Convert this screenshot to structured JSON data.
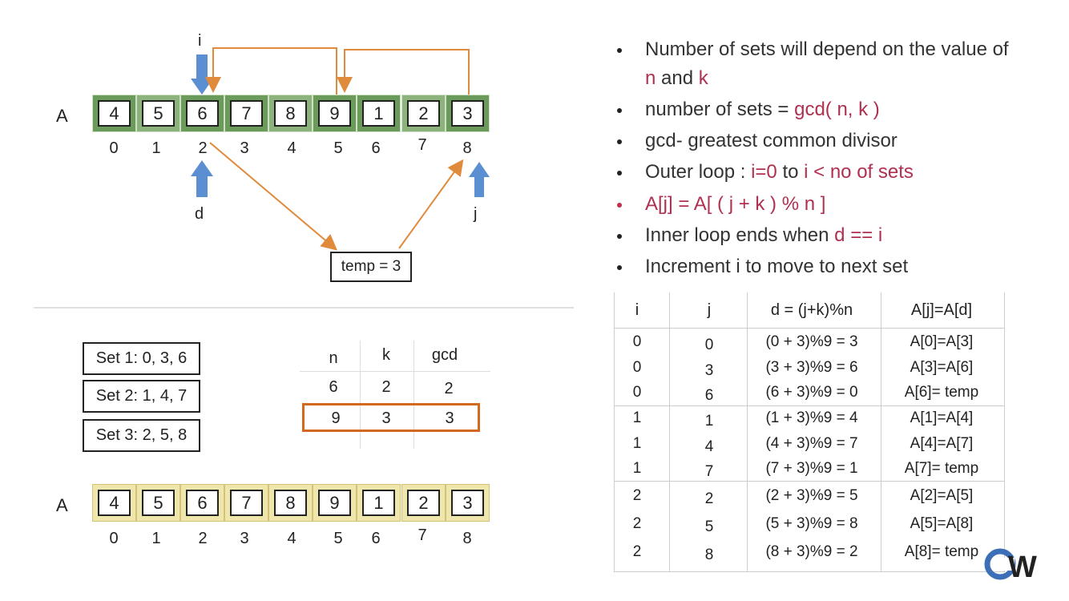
{
  "top_array": {
    "label": "A",
    "values": [
      "4",
      "5",
      "6",
      "7",
      "8",
      "9",
      "1",
      "2",
      "3"
    ],
    "indices": [
      "0",
      "1",
      "2",
      "3",
      "4",
      "5",
      "6",
      "7",
      "8"
    ],
    "pointer_i": "i",
    "pointer_d": "d",
    "pointer_j": "j",
    "temp_label": "temp = 3"
  },
  "bullets": {
    "b1_line1": "Number of sets will depend on the value of",
    "b1_n": "n",
    "b1_and": "and",
    "b1_k": "k",
    "b2_prefix": "number of sets = ",
    "b2_red": "gcd( n, k )",
    "b3": "gcd- greatest common divisor",
    "b4_prefix": "Outer loop : ",
    "b4_red1": "i=0",
    "b4_to": " to ",
    "b4_red2": "i < no of sets",
    "b5": "A[j] = A[ ( j + k ) % n ]",
    "b6_prefix": "Inner loop ends when ",
    "b6_red": "d == i",
    "b7": "Increment i to move to next set",
    "colors": {
      "red": "#b03050",
      "bullet_red": "#c0304a"
    }
  },
  "sets": [
    "Set 1: 0, 3, 6",
    "Set 2: 1, 4, 7",
    "Set 3: 2, 5, 8"
  ],
  "gcd_table": {
    "headers": [
      "n",
      "k",
      "gcd"
    ],
    "rows": [
      [
        "6",
        "2",
        "2"
      ],
      [
        "9",
        "3",
        "3"
      ]
    ],
    "highlight_color": "#d2691e"
  },
  "bottom_array": {
    "label": "A",
    "values": [
      "4",
      "5",
      "6",
      "7",
      "8",
      "9",
      "1",
      "2",
      "3"
    ],
    "indices": [
      "0",
      "1",
      "2",
      "3",
      "4",
      "5",
      "6",
      "7",
      "8"
    ]
  },
  "trace_table": {
    "headers": [
      "i",
      "j",
      "d = (j+k)%n",
      "A[j]=A[d]"
    ],
    "rows": [
      [
        "0",
        "0",
        "(0 + 3)%9 = 3",
        "A[0]=A[3]"
      ],
      [
        "0",
        "3",
        "(3 + 3)%9 = 6",
        "A[3]=A[6]"
      ],
      [
        "0",
        "6",
        "(6 + 3)%9 = 0",
        "A[6]= temp"
      ],
      [
        "1",
        "1",
        "(1 + 3)%9 = 4",
        "A[1]=A[4]"
      ],
      [
        "1",
        "4",
        "(4 + 3)%9 = 7",
        "A[4]=A[7]"
      ],
      [
        "1",
        "7",
        "(7 + 3)%9 = 1",
        "A[7]= temp"
      ],
      [
        "2",
        "2",
        "(2 + 3)%9 = 5",
        "A[2]=A[5]"
      ],
      [
        "2",
        "5",
        "(5 + 3)%9 = 8",
        "A[5]=A[8]"
      ],
      [
        "2",
        "8",
        "(8 + 3)%9 = 2",
        "A[8]= temp"
      ]
    ]
  },
  "logo": {
    "text": "CW",
    "icon": "cw-logo-icon"
  }
}
